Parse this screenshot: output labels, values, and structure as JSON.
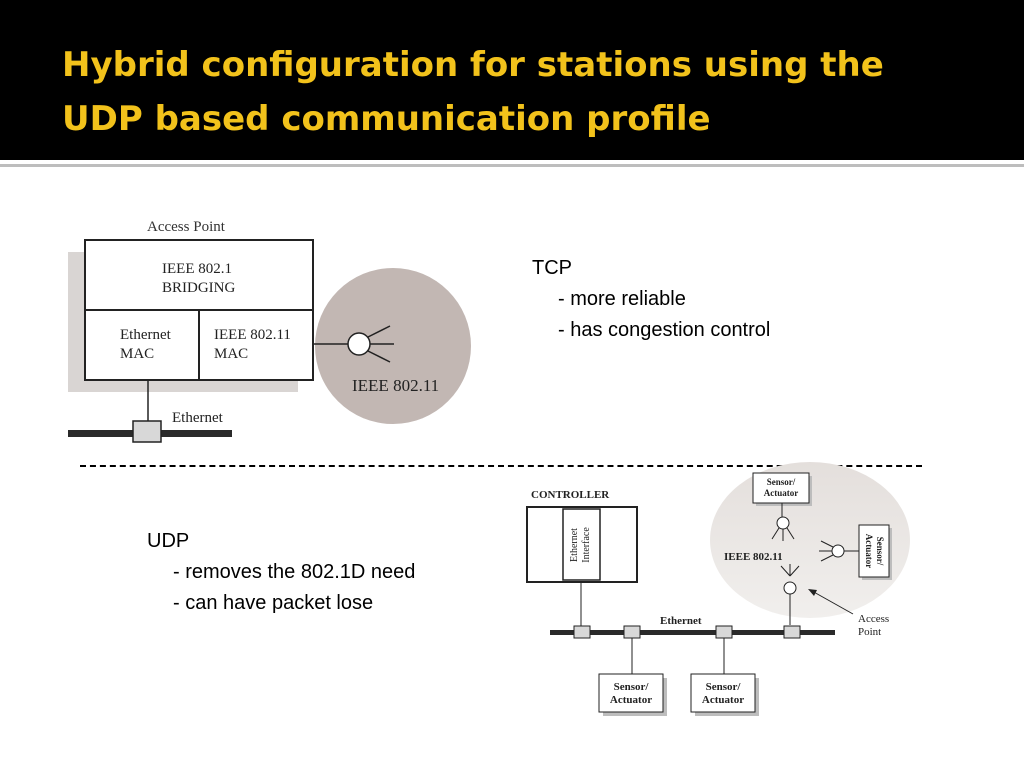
{
  "title": "Hybrid configuration for stations using the UDP based communication profile",
  "tcp": {
    "heading": "TCP",
    "points": [
      "- more reliable",
      "- has congestion control"
    ]
  },
  "udp": {
    "heading": "UDP",
    "points": [
      "- removes the 802.1D need",
      "- can have packet lose"
    ]
  },
  "ap_diagram": {
    "access_point_label": "Access Point",
    "bridging_line1": "IEEE 802.1",
    "bridging_line2": "BRIDGING",
    "eth_mac_line1": "Ethernet",
    "eth_mac_line2": "MAC",
    "wlan_mac_line1": "IEEE 802.11",
    "wlan_mac_line2": "MAC",
    "wireless_label": "IEEE 802.11",
    "ethernet_label": "Ethernet"
  },
  "controller_diagram": {
    "controller_label": "CONTROLLER",
    "interface_line1": "Ethernet",
    "interface_line2": "Interface",
    "ethernet_label": "Ethernet",
    "wireless_label": "IEEE 802.11",
    "access_point_line1": "Access",
    "access_point_line2": "Point",
    "sensor_line1": "Sensor/",
    "sensor_line2": "Actuator"
  },
  "colors": {
    "header_bg": "#000000",
    "title": "#f2c21b",
    "wireless_circle_top": "#c2b7b3",
    "wireless_circle_bottom": "#ebe7e4",
    "shadow": "#d9d5d3"
  }
}
